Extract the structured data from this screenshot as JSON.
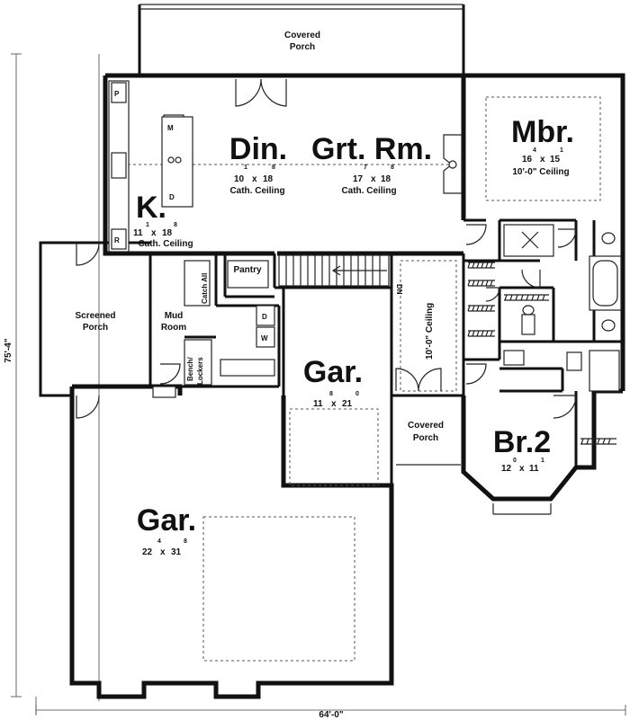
{
  "rooms": {
    "covered_porch_top": {
      "line1": "Covered",
      "line2": "Porch"
    },
    "dining": {
      "name": "Din.",
      "dim_w": "10",
      "dim_w_in": "1",
      "dim_x": "x",
      "dim_d": "18",
      "dim_d_in": "8",
      "ceiling": "Cath. Ceiling"
    },
    "great_room": {
      "name": "Grt. Rm.",
      "dim_w": "17",
      "dim_w_in": "7",
      "dim_x": "x",
      "dim_d": "18",
      "dim_d_in": "8",
      "ceiling": "Cath. Ceiling"
    },
    "kitchen": {
      "name": "K.",
      "dim_w": "11",
      "dim_w_in": "1",
      "dim_x": "x",
      "dim_d": "18",
      "dim_d_in": "8",
      "ceiling": "Cath. Ceiling"
    },
    "master": {
      "name": "Mbr.",
      "dim_w": "16",
      "dim_w_in": "4",
      "dim_x": "x",
      "dim_d": "15",
      "dim_d_in": "1",
      "ceiling": "10'-0\" Ceiling"
    },
    "screened_porch": {
      "line1": "Screened",
      "line2": "Porch"
    },
    "mud_room": {
      "line1": "Mud",
      "line2": "Room"
    },
    "pantry": {
      "name": "Pantry"
    },
    "catch_all": {
      "name": "Catch All"
    },
    "bench_lockers": {
      "line1": "Bench/",
      "line2": "Lockers"
    },
    "garage_small": {
      "name": "Gar.",
      "dim_w": "11",
      "dim_w_in": "8",
      "dim_x": "x",
      "dim_d": "21",
      "dim_d_in": "0"
    },
    "hall_ceiling": {
      "name": "10'-0\" Ceiling"
    },
    "covered_porch_front": {
      "line1": "Covered",
      "line2": "Porch"
    },
    "bedroom2": {
      "name": "Br.2",
      "dim_w": "12",
      "dim_w_in": "0",
      "dim_x": "x",
      "dim_d": "11",
      "dim_d_in": "1"
    },
    "garage_large": {
      "name": "Gar.",
      "dim_w": "22",
      "dim_w_in": "4",
      "dim_x": "x",
      "dim_d": "31",
      "dim_d_in": "8"
    }
  },
  "fixtures": {
    "pantry_p": "P",
    "fridge_r": "R",
    "dishwasher_d": "D",
    "island_m": "M",
    "dryer_d": "D",
    "washer_w": "W",
    "stair_dn": "DN"
  },
  "dimensions": {
    "overall_width": "64'-0\"",
    "overall_depth": "75'-4\""
  }
}
